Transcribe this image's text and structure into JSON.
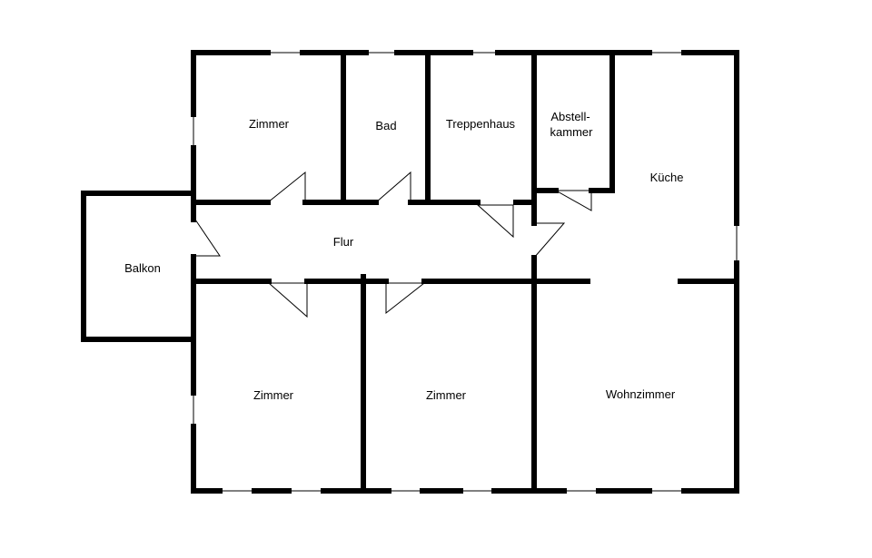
{
  "rooms": {
    "zimmer_top": "Zimmer",
    "bad": "Bad",
    "treppenhaus": "Treppenhaus",
    "abstellkammer_line1": "Abstell-",
    "abstellkammer_line2": "kammer",
    "kueche": "Küche",
    "balkon": "Balkon",
    "flur": "Flur",
    "zimmer_bottom_left": "Zimmer",
    "zimmer_bottom_mid": "Zimmer",
    "wohnzimmer": "Wohnzimmer"
  },
  "colors": {
    "wall": "#000000",
    "window": "#000000",
    "background": "#ffffff"
  }
}
